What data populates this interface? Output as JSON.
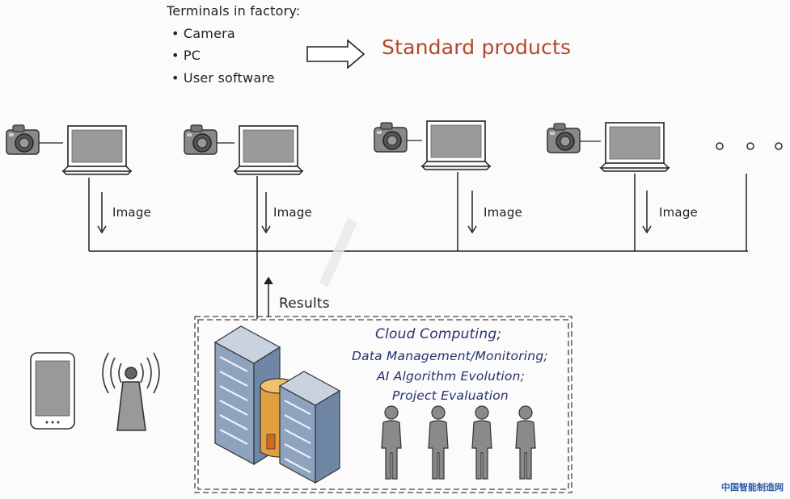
{
  "header": {
    "title": "Terminals in factory:",
    "bullets": [
      "• Camera",
      "• PC",
      "• User software"
    ],
    "target": "Standard products"
  },
  "flow": {
    "image_label": "Image",
    "results_label": "Results",
    "ellipsis": "o o o"
  },
  "cloud_box": {
    "lines": [
      "Cloud Computing;",
      "Data Management/Monitoring;",
      "AI Algorithm Evolution;",
      "Project Evaluation"
    ]
  },
  "watermark": "中国智能制造网",
  "colors": {
    "accent_red": "#b5452c",
    "cloud_text": "#27316e",
    "server_blue": "#8ea3bd",
    "server_accent": "#e0a040",
    "watermark": "#2b5aa8"
  },
  "icons": [
    "camera-icon",
    "laptop-icon",
    "phone-icon",
    "antenna-icon",
    "server-rack-icon",
    "database-icon",
    "person-icon",
    "arrow-right-icon"
  ]
}
